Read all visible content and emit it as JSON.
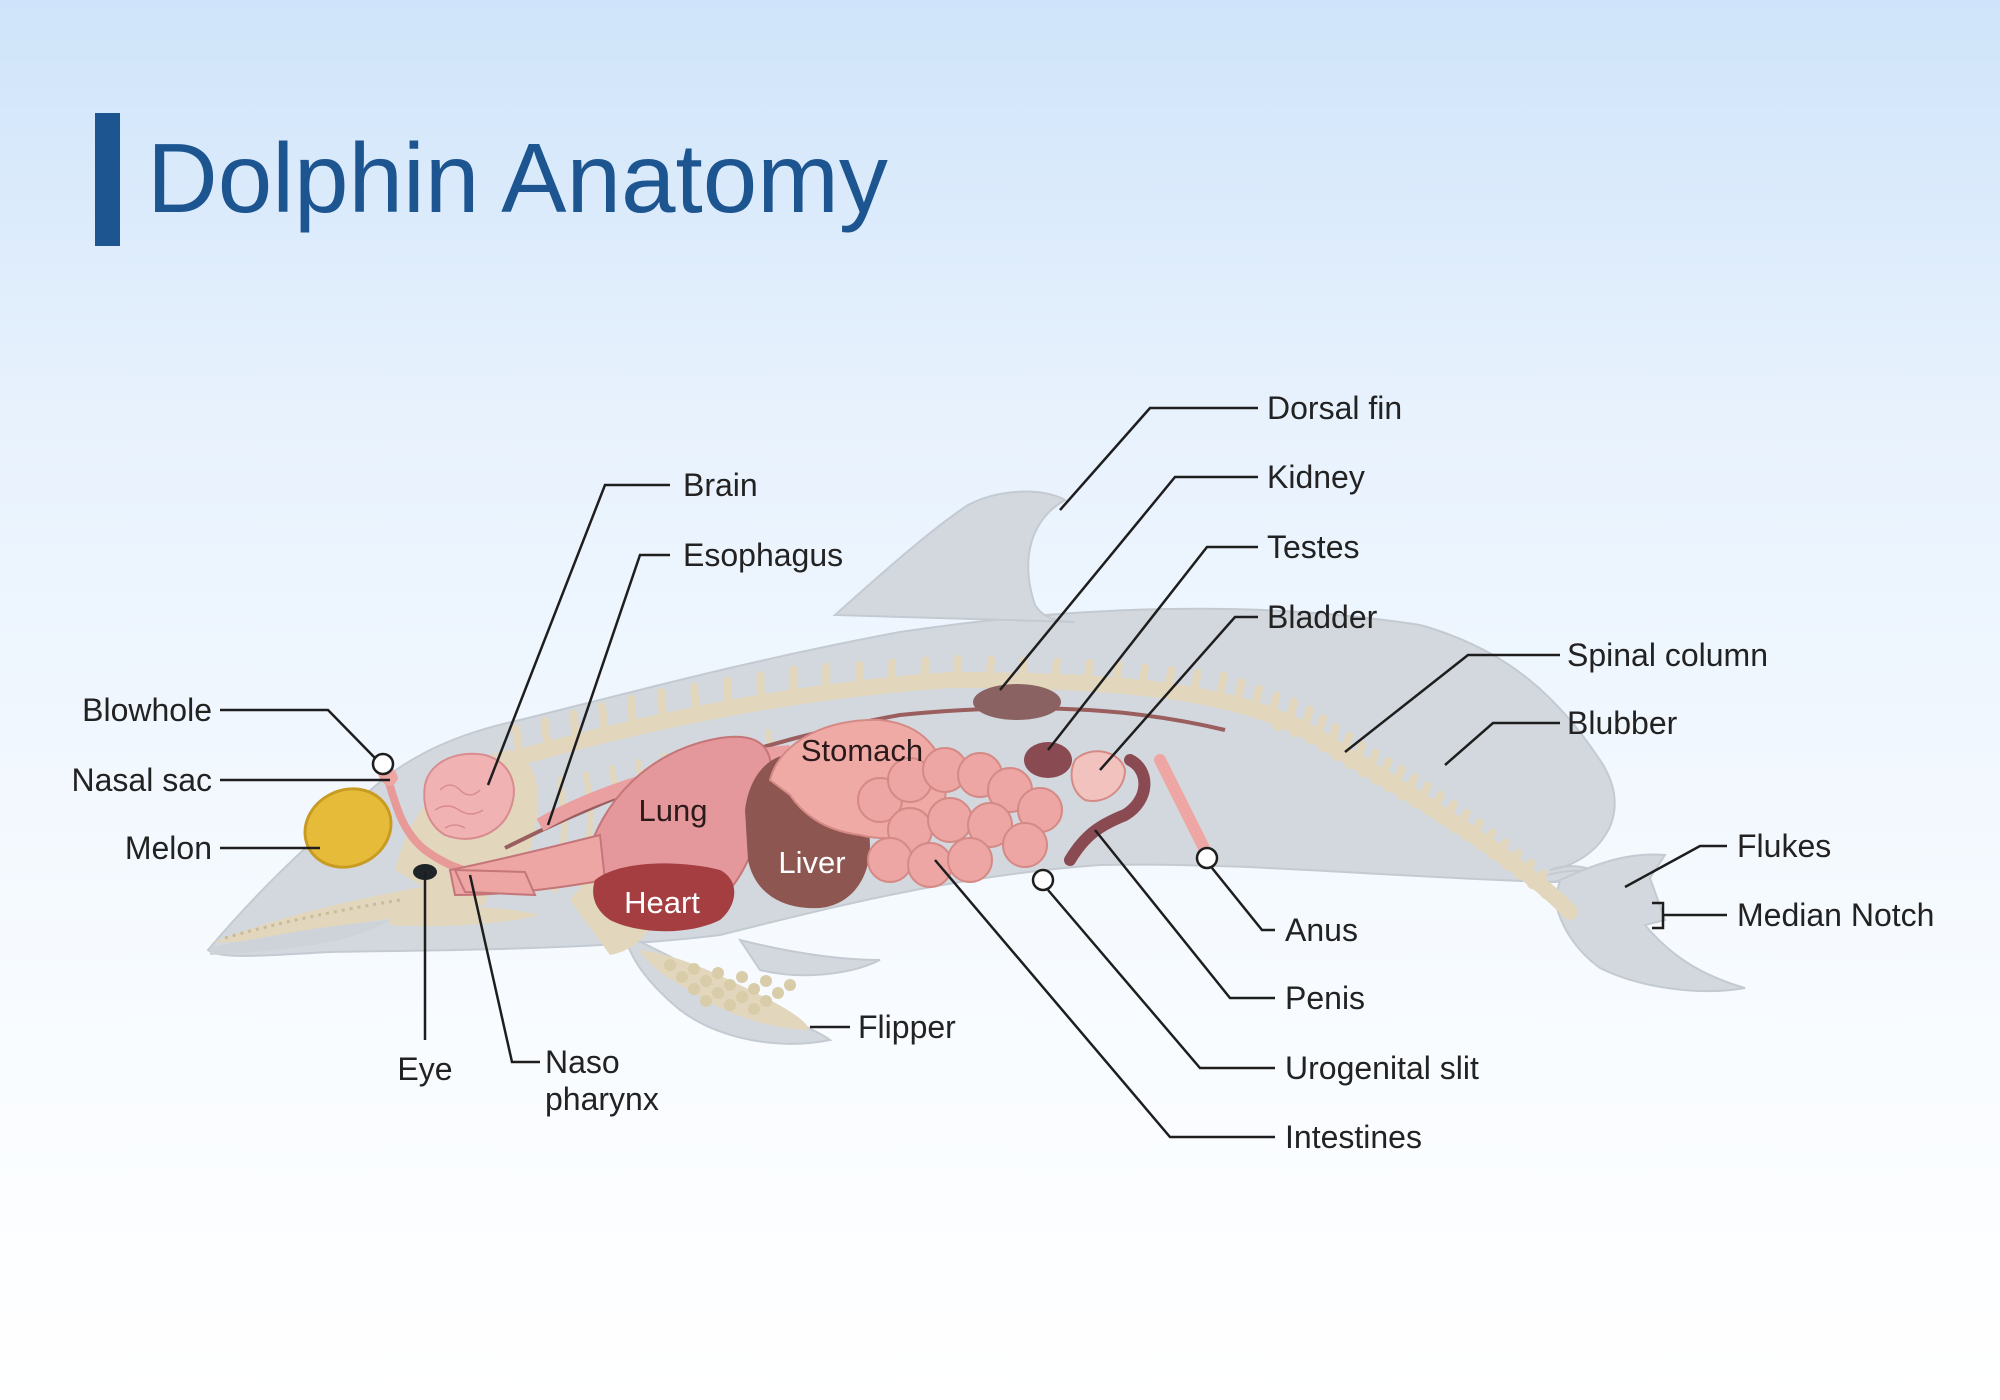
{
  "title": "Dolphin Anatomy",
  "colors": {
    "title": "#1d5591",
    "body": "#d3d8de",
    "skeleton": "#e2d7bd",
    "organ_pink": "#eda6a4",
    "liver": "#8e5651",
    "heart": "#a53e40",
    "kidney": "#8a6262",
    "melon": "#e6bb3a"
  },
  "organ_labels": {
    "stomach": "Stomach",
    "lung": "Lung",
    "liver": "Liver",
    "heart": "Heart"
  },
  "callouts": {
    "blowhole": "Blowhole",
    "nasal_sac": "Nasal sac",
    "melon": "Melon",
    "eye": "Eye",
    "naso": "Naso",
    "pharynx": "pharynx",
    "brain": "Brain",
    "esophagus": "Esophagus",
    "flipper": "Flipper",
    "dorsal_fin": "Dorsal fin",
    "kidney": "Kidney",
    "testes": "Testes",
    "bladder": "Bladder",
    "spinal_column": "Spinal column",
    "blubber": "Blubber",
    "flukes": "Flukes",
    "median_notch": "Median Notch",
    "anus": "Anus",
    "penis": "Penis",
    "urogenital_slit": "Urogenital slit",
    "intestines": "Intestines"
  }
}
